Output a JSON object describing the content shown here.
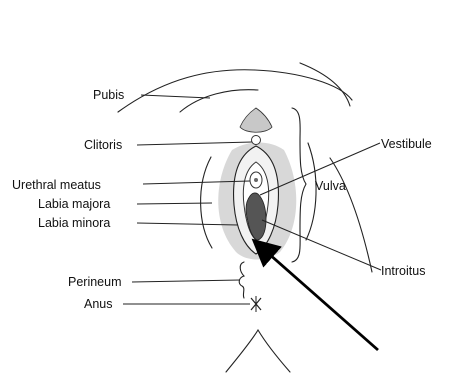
{
  "labels": {
    "pubis": "Pubis",
    "clitoris": "Clitoris",
    "urethral_meatus": "Urethral meatus",
    "labia_majora": "Labia majora",
    "labia_minora": "Labia minora",
    "perineum": "Perineum",
    "anus": "Anus",
    "vestibule": "Vestibule",
    "vulva": "Vulva",
    "introitus": "Introitus"
  },
  "colors": {
    "ink": "#111111",
    "shading": "#9a9a9a",
    "opening": "#555555",
    "arrow": "#000000"
  }
}
